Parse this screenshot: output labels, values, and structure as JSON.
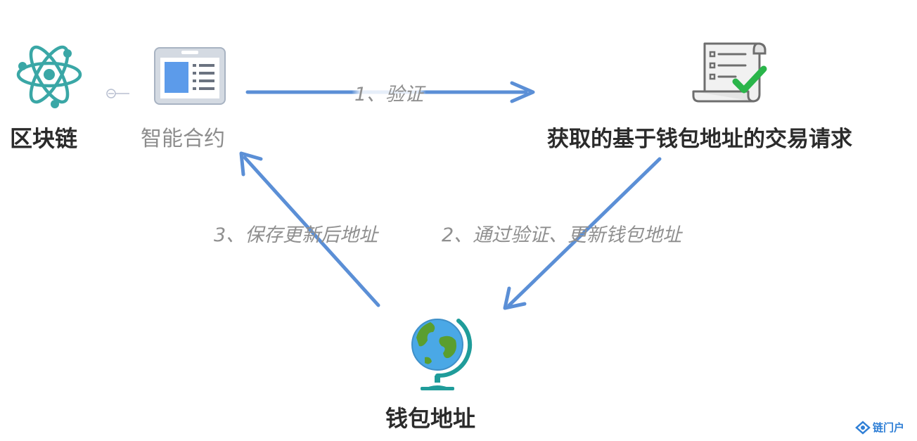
{
  "nodes": {
    "blockchain": {
      "label": "区块链",
      "icon": "atom-icon"
    },
    "smart_contract": {
      "label": "智能合约",
      "icon": "contract-window-icon"
    },
    "transaction_request": {
      "label": "获取的基于钱包地址的交易请求",
      "icon": "document-checkmark-icon"
    },
    "wallet_address": {
      "label": "钱包地址",
      "icon": "globe-icon"
    }
  },
  "edges": {
    "step1": {
      "label": "1、验证"
    },
    "step2": {
      "label": "2、通过验证、更新钱包地址"
    },
    "step3": {
      "label": "3、保存更新后地址"
    }
  },
  "watermark": {
    "logo": "chain-link-logo",
    "text": "链门户"
  },
  "colors": {
    "arrow": "#5b8fd6",
    "atom": "#3aa7a6",
    "check": "#2ab54a",
    "globe_ocean": "#4aa8e6",
    "globe_land": "#5a9e2f",
    "globe_stand": "#1f9c9a",
    "contract_blue": "#5c9bea"
  }
}
